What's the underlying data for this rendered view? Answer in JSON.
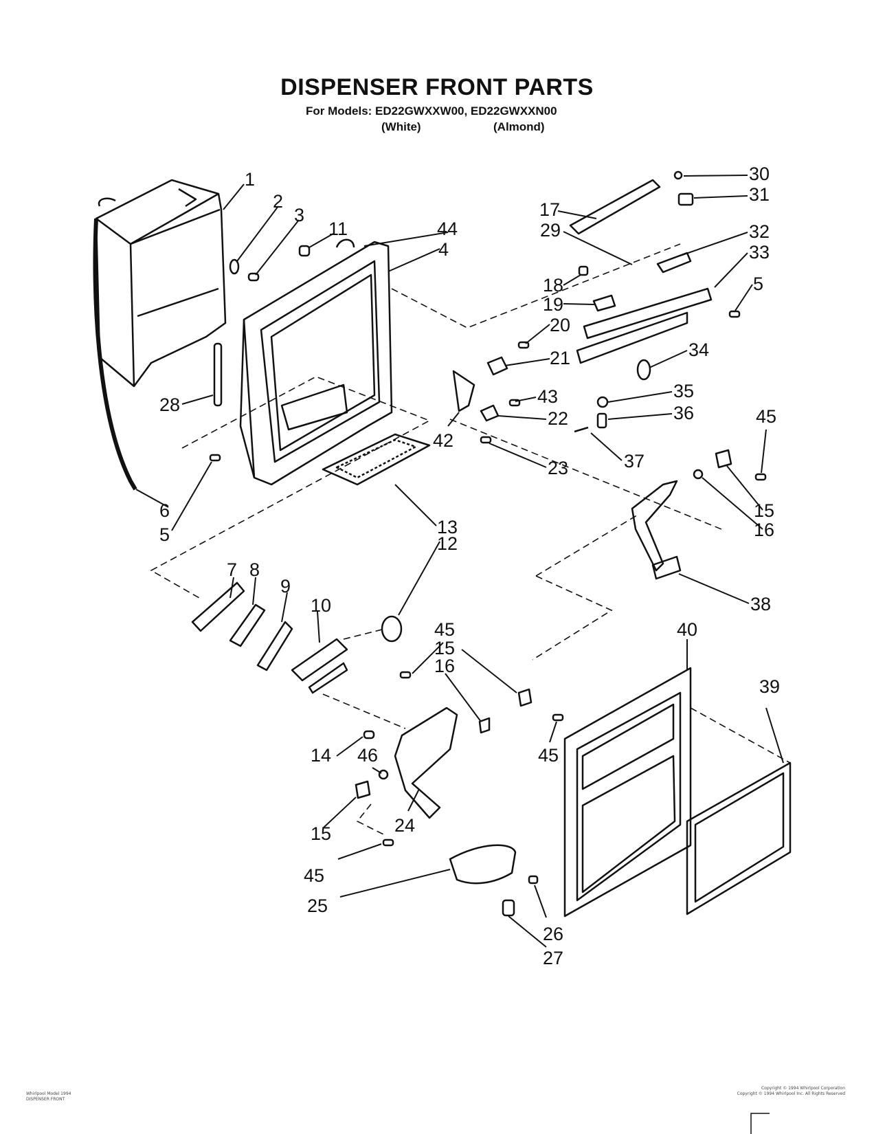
{
  "header": {
    "title": "DISPENSER FRONT PARTS",
    "models_line": "For Models: ED22GWXXW00, ED22GWXXN00",
    "color_white": "(White)",
    "color_almond": "(Almond)"
  },
  "labels": [
    {
      "id": "p1",
      "text": "1"
    },
    {
      "id": "p2",
      "text": "2"
    },
    {
      "id": "p3",
      "text": "3"
    },
    {
      "id": "p11",
      "text": "11"
    },
    {
      "id": "p44",
      "text": "44"
    },
    {
      "id": "p4",
      "text": "4"
    },
    {
      "id": "p30",
      "text": "30"
    },
    {
      "id": "p31",
      "text": "31"
    },
    {
      "id": "p17",
      "text": "17"
    },
    {
      "id": "p29",
      "text": "29"
    },
    {
      "id": "p32",
      "text": "32"
    },
    {
      "id": "p33",
      "text": "33"
    },
    {
      "id": "p5a",
      "text": "5"
    },
    {
      "id": "p18",
      "text": "18"
    },
    {
      "id": "p19",
      "text": "19"
    },
    {
      "id": "p20",
      "text": "20"
    },
    {
      "id": "p21",
      "text": "21"
    },
    {
      "id": "p34",
      "text": "34"
    },
    {
      "id": "p43",
      "text": "43"
    },
    {
      "id": "p35",
      "text": "35"
    },
    {
      "id": "p36",
      "text": "36"
    },
    {
      "id": "p22",
      "text": "22"
    },
    {
      "id": "p28",
      "text": "28"
    },
    {
      "id": "p42",
      "text": "42"
    },
    {
      "id": "p45a",
      "text": "45"
    },
    {
      "id": "p37",
      "text": "37"
    },
    {
      "id": "p23",
      "text": "23"
    },
    {
      "id": "p15a",
      "text": "15"
    },
    {
      "id": "p16a",
      "text": "16"
    },
    {
      "id": "p6",
      "text": "6"
    },
    {
      "id": "p5b",
      "text": "5"
    },
    {
      "id": "p13",
      "text": "13"
    },
    {
      "id": "p12",
      "text": "12"
    },
    {
      "id": "p38",
      "text": "38"
    },
    {
      "id": "p7",
      "text": "7"
    },
    {
      "id": "p8",
      "text": "8"
    },
    {
      "id": "p9",
      "text": "9"
    },
    {
      "id": "p10",
      "text": "10"
    },
    {
      "id": "p45b",
      "text": "45"
    },
    {
      "id": "p40",
      "text": "40"
    },
    {
      "id": "p15b",
      "text": "15"
    },
    {
      "id": "p16b",
      "text": "16"
    },
    {
      "id": "p39",
      "text": "39"
    },
    {
      "id": "p14",
      "text": "14"
    },
    {
      "id": "p46",
      "text": "46"
    },
    {
      "id": "p45c",
      "text": "45"
    },
    {
      "id": "p15c",
      "text": "15"
    },
    {
      "id": "p24",
      "text": "24"
    },
    {
      "id": "p45d",
      "text": "45"
    },
    {
      "id": "p25",
      "text": "25"
    },
    {
      "id": "p26",
      "text": "26"
    },
    {
      "id": "p27",
      "text": "27"
    }
  ],
  "footer": {
    "left_line1": "Whirlpool Model 1994",
    "left_line2": "DISPENSER FRONT",
    "right_line1": "Copyright © 1994 Whirlpool Corporation",
    "right_line2": "Copyright © 1994 Whirlpool Inc. All Rights Reserved"
  }
}
